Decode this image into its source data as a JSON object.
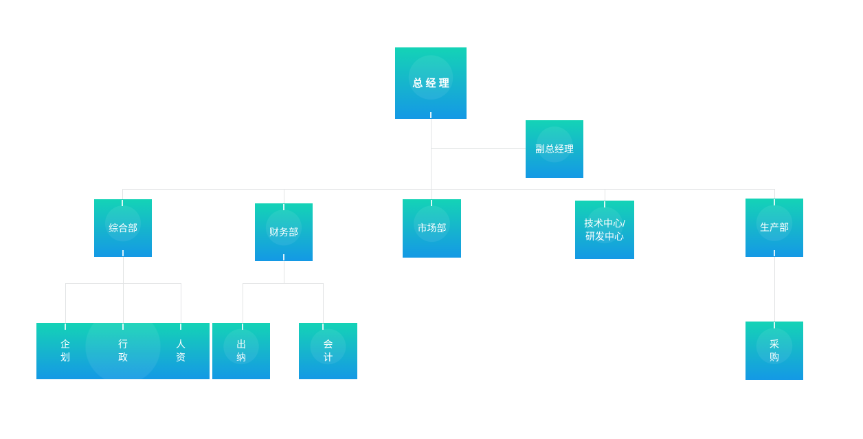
{
  "diagram": {
    "type": "org-chart",
    "colors": {
      "box_gradient_top": "#14d3b6",
      "box_gradient_bottom": "#1499e5",
      "connector": "#e1e3e4",
      "text": "#ffffff",
      "background": "#ffffff"
    },
    "nodes": {
      "general_manager": {
        "label": "总 经 理"
      },
      "deputy_general_manager": {
        "label": "副总经理"
      },
      "general_dept": {
        "label": "综合部"
      },
      "finance_dept": {
        "label": "财务部"
      },
      "marketing_dept": {
        "label": "市场部"
      },
      "tech_rd_center": {
        "label": "技术中心/\n研发中心"
      },
      "production_dept": {
        "label": "生产部"
      },
      "planning": {
        "label": "企\n划"
      },
      "administration": {
        "label": "行\n政"
      },
      "human_resources": {
        "label": "人\n资"
      },
      "cashier": {
        "label": "出\n纳"
      },
      "accounting": {
        "label": "会\n计"
      },
      "procurement": {
        "label": "采\n购"
      }
    }
  }
}
